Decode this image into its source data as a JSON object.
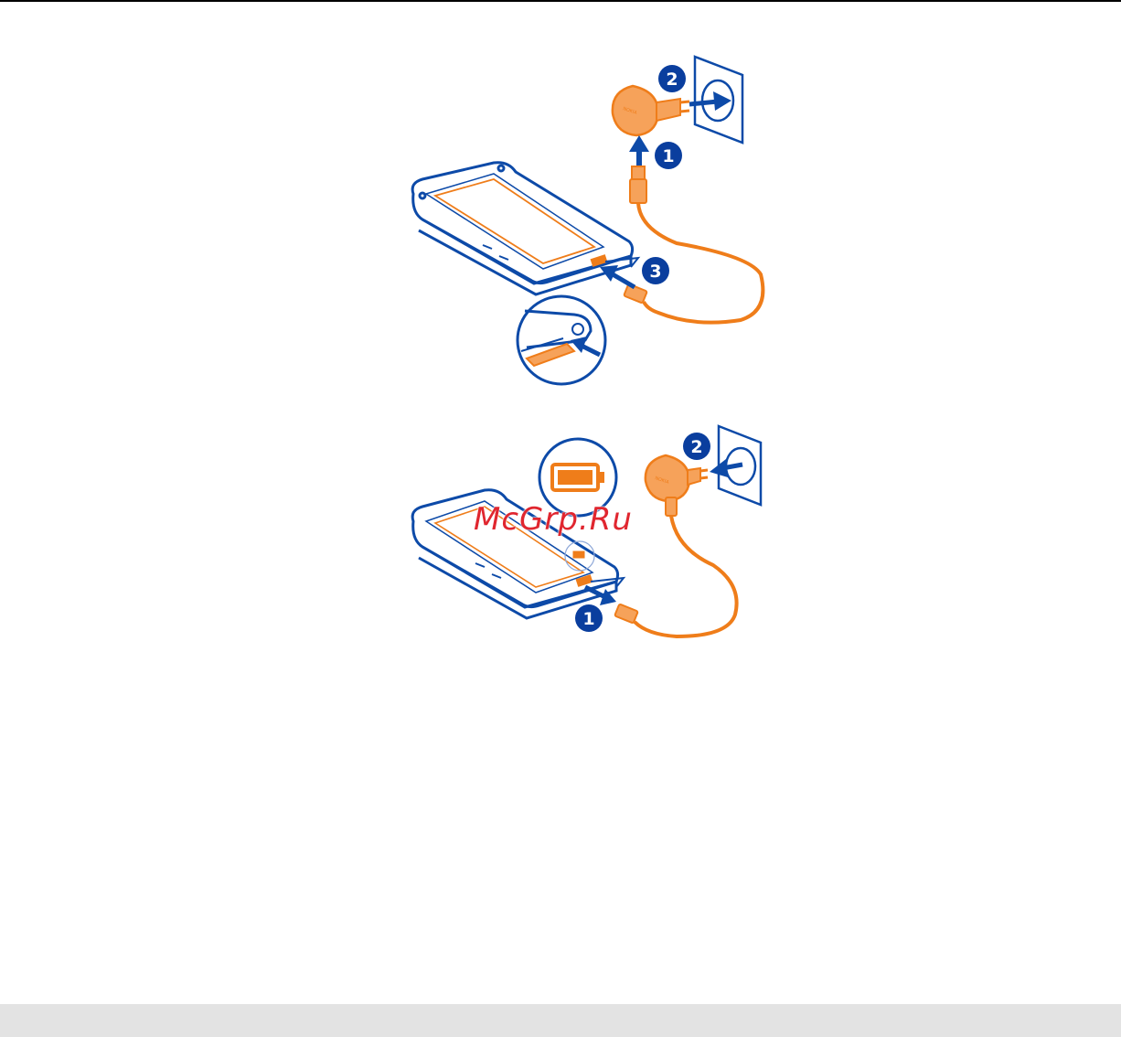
{
  "watermark": "McGrp.Ru",
  "brand_label": "NOKIA",
  "figure_connect": {
    "steps": [
      {
        "number": "1"
      },
      {
        "number": "2"
      },
      {
        "number": "3"
      }
    ]
  },
  "figure_disconnect": {
    "steps": [
      {
        "number": "1"
      },
      {
        "number": "2"
      }
    ]
  },
  "colors": {
    "outline_blue": "#0d4aa8",
    "accent_orange": "#ef7d1a",
    "badge_blue": "#0a3e9e",
    "footer_band": "#e3e3e3"
  }
}
